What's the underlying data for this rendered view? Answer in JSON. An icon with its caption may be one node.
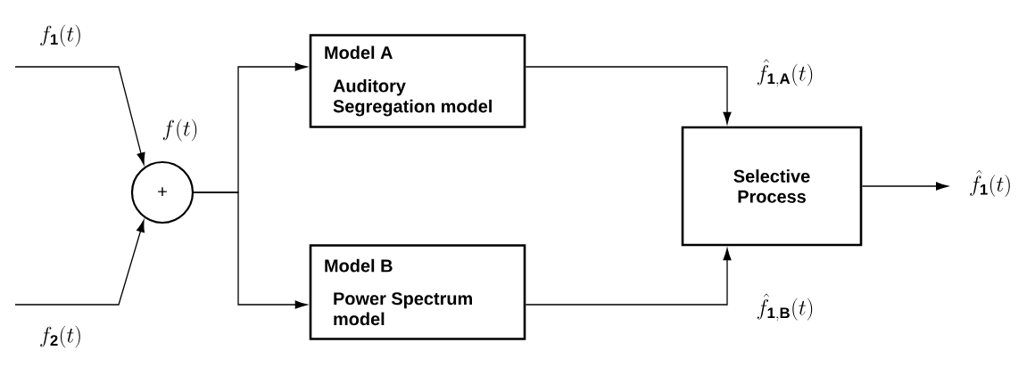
{
  "diagram": {
    "nodes": [
      {
        "text": [
          "+"
        ],
        "beside": [
          "f(t)"
        ]
      },
      {
        "text": [
          "Model A",
          "Auditory Segregation model"
        ]
      },
      {
        "text": [
          "Model B",
          "Power Spectrum model"
        ]
      },
      {
        "text": [
          "Selective Process"
        ]
      }
    ],
    "edges": [
      {
        "from": null,
        "to": 0,
        "arrow": "to",
        "label": "f_{\\mathbf{1}}(t)"
      },
      {
        "from": null,
        "to": 0,
        "arrow": "to",
        "label": "f_{\\mathbf{2}}(t)"
      },
      {
        "from": 0,
        "to": 1,
        "arrow": "to"
      },
      {
        "from": 0,
        "to": 2,
        "arrow": "to"
      },
      {
        "from": 1,
        "to": 3,
        "arrow": "to",
        "label": "\\hat{f}_{\\mathbf{1,A}}(t)"
      },
      {
        "from": 2,
        "to": 3,
        "arrow": "to",
        "label": "\\hat{f}_{\\mathbf{1,B}}(t)"
      },
      {
        "from": 3,
        "to": null,
        "arrow": "to",
        "label": "\\hat{f}_{\\mathbf{1}}(t)"
      }
    ]
  }
}
